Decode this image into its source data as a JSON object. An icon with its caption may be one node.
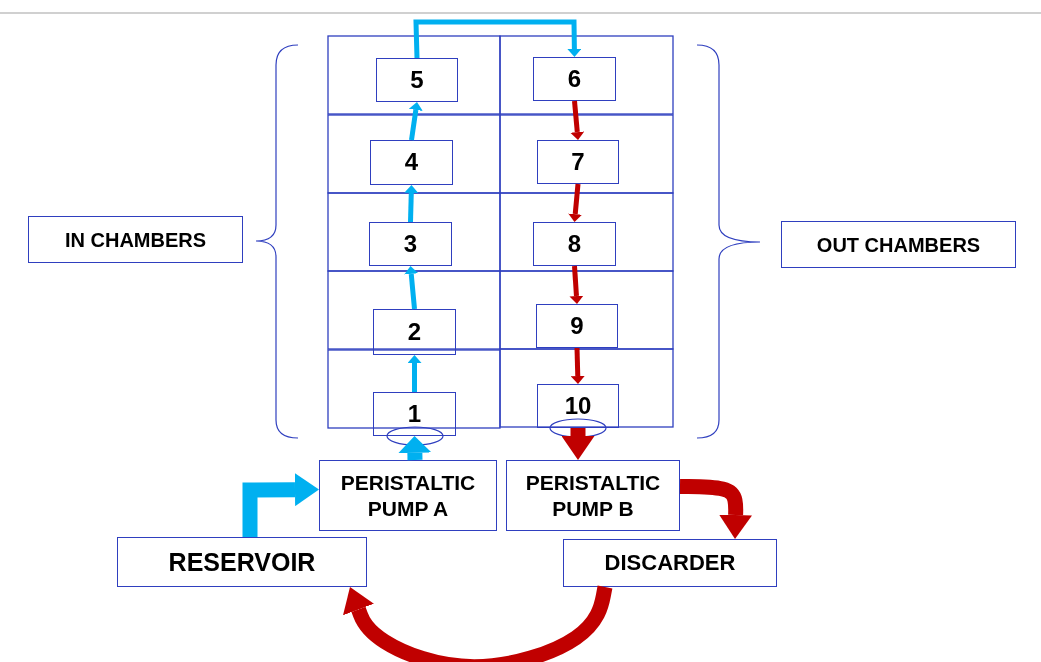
{
  "diagram": {
    "nodes": [
      {
        "text": [
          "5"
        ]
      },
      {
        "text": [
          "6"
        ]
      },
      {
        "text": [
          "4"
        ]
      },
      {
        "text": [
          "7"
        ]
      },
      {
        "text": [
          "IN CHAMBERS"
        ]
      },
      {
        "text": [
          "3"
        ]
      },
      {
        "text": [
          "8"
        ]
      },
      {
        "text": [
          "OUT CHAMBERS"
        ]
      },
      {
        "text": [
          "2"
        ]
      },
      {
        "text": [
          "9"
        ]
      },
      {
        "text": [
          "1"
        ]
      },
      {
        "text": [
          "10"
        ]
      },
      {
        "text": [
          "PERISTALTIC PUMP A"
        ]
      },
      {
        "text": [
          "PERISTALTIC PUMP B"
        ]
      },
      {
        "text": [
          "RESERVOIR"
        ]
      },
      {
        "text": [
          "DISCARDER"
        ]
      }
    ],
    "edges": [
      {
        "from": 14,
        "to": 12,
        "arrow": "to",
        "style": "thick",
        "color": "#00b0f0"
      },
      {
        "from": 12,
        "to": 10,
        "arrow": "to",
        "style": "thick",
        "color": "#00b0f0"
      },
      {
        "from": 10,
        "to": 8,
        "arrow": "to",
        "color": "#00b0f0"
      },
      {
        "from": 8,
        "to": 5,
        "arrow": "to",
        "color": "#00b0f0"
      },
      {
        "from": 5,
        "to": 2,
        "arrow": "to",
        "color": "#00b0f0"
      },
      {
        "from": 2,
        "to": 0,
        "arrow": "to",
        "color": "#00b0f0"
      },
      {
        "from": 0,
        "to": 1,
        "arrow": "to",
        "color": "#00b0f0"
      },
      {
        "from": 1,
        "to": 3,
        "arrow": "to",
        "color": "#c00000"
      },
      {
        "from": 3,
        "to": 6,
        "arrow": "to",
        "color": "#c00000"
      },
      {
        "from": 6,
        "to": 9,
        "arrow": "to",
        "color": "#c00000"
      },
      {
        "from": 9,
        "to": 11,
        "arrow": "to",
        "color": "#c00000"
      },
      {
        "from": 11,
        "to": 13,
        "arrow": "to",
        "style": "thick",
        "color": "#c00000"
      },
      {
        "from": 13,
        "to": 15,
        "arrow": "to",
        "style": "thick",
        "color": "#c00000"
      },
      {
        "from": 15,
        "to": 14,
        "arrow": "to",
        "style": "thick",
        "color": "#c00000"
      }
    ]
  }
}
